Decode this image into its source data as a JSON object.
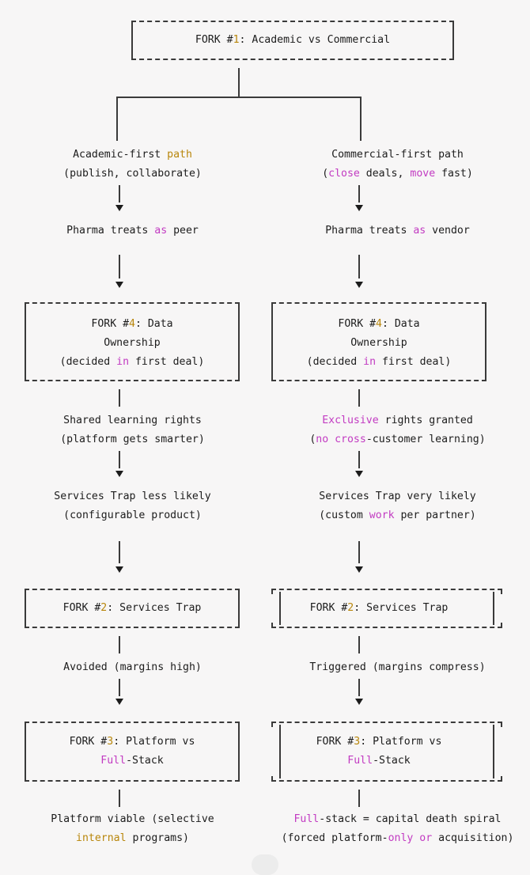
{
  "meta": {
    "title": "Decision Fork Tree",
    "background_color": "#f7f6f6",
    "text_color": "#1c1c1c",
    "accent_gold": "#b8860b",
    "accent_purple": "#c23bc2",
    "border_color": "#3a3a3a"
  },
  "root": {
    "label_pre": "FORK #",
    "label_num": "1",
    "label_post": ": Academic vs Commercial"
  },
  "branches": {
    "left": {
      "path_line1_a": "Academic-first ",
      "path_line1_kw": "path",
      "path_line1_b": "",
      "path_line2": "(publish, collaborate)",
      "pharma_a": "Pharma treats ",
      "pharma_kw": "as",
      "pharma_b": " peer",
      "fork4": {
        "l1_pre": "FORK #",
        "l1_num": "4",
        "l1_post": ": Data",
        "l2": "Ownership",
        "l3_a": "(decided ",
        "l3_kw": "in",
        "l3_b": " first deal)"
      },
      "rights_line1": "Shared learning rights",
      "rights_line2": "(platform gets smarter)",
      "trap_line1": "Services Trap less likely",
      "trap_line2": "(configurable product)",
      "fork2": {
        "pre": "FORK #",
        "num": "2",
        "post": ": Services Trap"
      },
      "outcome2": "Avoided (margins high)",
      "fork3": {
        "l1_pre": "FORK #",
        "l1_num": "3",
        "l1_post": ": Platform vs",
        "l2_kw": "Full",
        "l2_rest": "-Stack"
      },
      "final_line1": "Platform viable (selective",
      "final_line2_kw": "internal",
      "final_line2_rest": " programs)"
    },
    "right": {
      "path_line1": "Commercial-first path",
      "path_line2_a": "(",
      "path_line2_kw1": "close",
      "path_line2_b": " deals, ",
      "path_line2_kw2": "move",
      "path_line2_c": " fast)",
      "pharma_a": "Pharma treats ",
      "pharma_kw": "as",
      "pharma_b": " vendor",
      "fork4": {
        "l1_pre": "FORK #",
        "l1_num": "4",
        "l1_post": ": Data",
        "l2": "Ownership",
        "l3_a": "(decided ",
        "l3_kw": "in",
        "l3_b": " first deal)"
      },
      "rights_line1_kw": "Exclusive",
      "rights_line1_rest": " rights granted",
      "rights_line2_a": "(",
      "rights_line2_kw1": "no",
      "rights_line2_b": " ",
      "rights_line2_kw2": "cross",
      "rights_line2_c": "-customer learning)",
      "trap_line1": "Services Trap very likely",
      "trap_line2_a": "(custom ",
      "trap_line2_kw": "work",
      "trap_line2_b": " per partner)",
      "fork2": {
        "pre": "FORK #",
        "num": "2",
        "post": ": Services Trap"
      },
      "outcome2": "Triggered (margins compress)",
      "fork3": {
        "l1_pre": "FORK #",
        "l1_num": "3",
        "l1_post": ": Platform vs",
        "l2_kw": "Full",
        "l2_rest": "-Stack"
      },
      "final_line1_kw": "Full",
      "final_line1_rest": "-stack = capital death spiral",
      "final_line2_a": "(forced platform-",
      "final_line2_kw1": "only",
      "final_line2_b": " ",
      "final_line2_kw2": "or",
      "final_line2_c": " acquisition)"
    }
  }
}
